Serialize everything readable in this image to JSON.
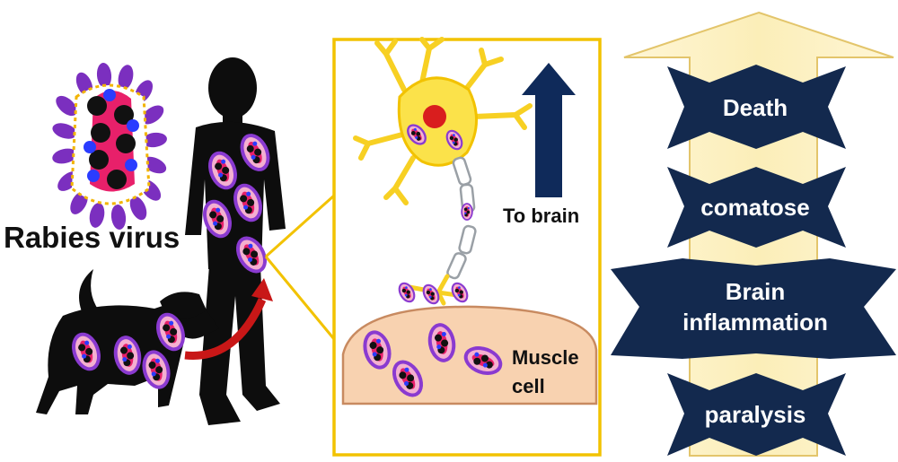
{
  "virus": {
    "label": "Rabies virus"
  },
  "neuron": {
    "direction_label": "To brain"
  },
  "muscle": {
    "label_line1": "Muscle",
    "label_line2": "cell"
  },
  "stages": [
    {
      "label": "Death"
    },
    {
      "label": "comatose"
    },
    {
      "label": "Brain inflammation"
    },
    {
      "label": "paralysis"
    }
  ],
  "colors": {
    "virus_spike": "#7b2fbf",
    "virus_core": "#e8206a",
    "silhouette": "#0d0d0d",
    "neuron": "#fbe24a",
    "panel_border": "#f2c200",
    "muscle": "#f8d2b0",
    "arrow_dark": "#0f2a5a",
    "stage_star": "#13294e",
    "big_arrow": "#fbf3cc",
    "curved_arrow": "#c81717"
  }
}
